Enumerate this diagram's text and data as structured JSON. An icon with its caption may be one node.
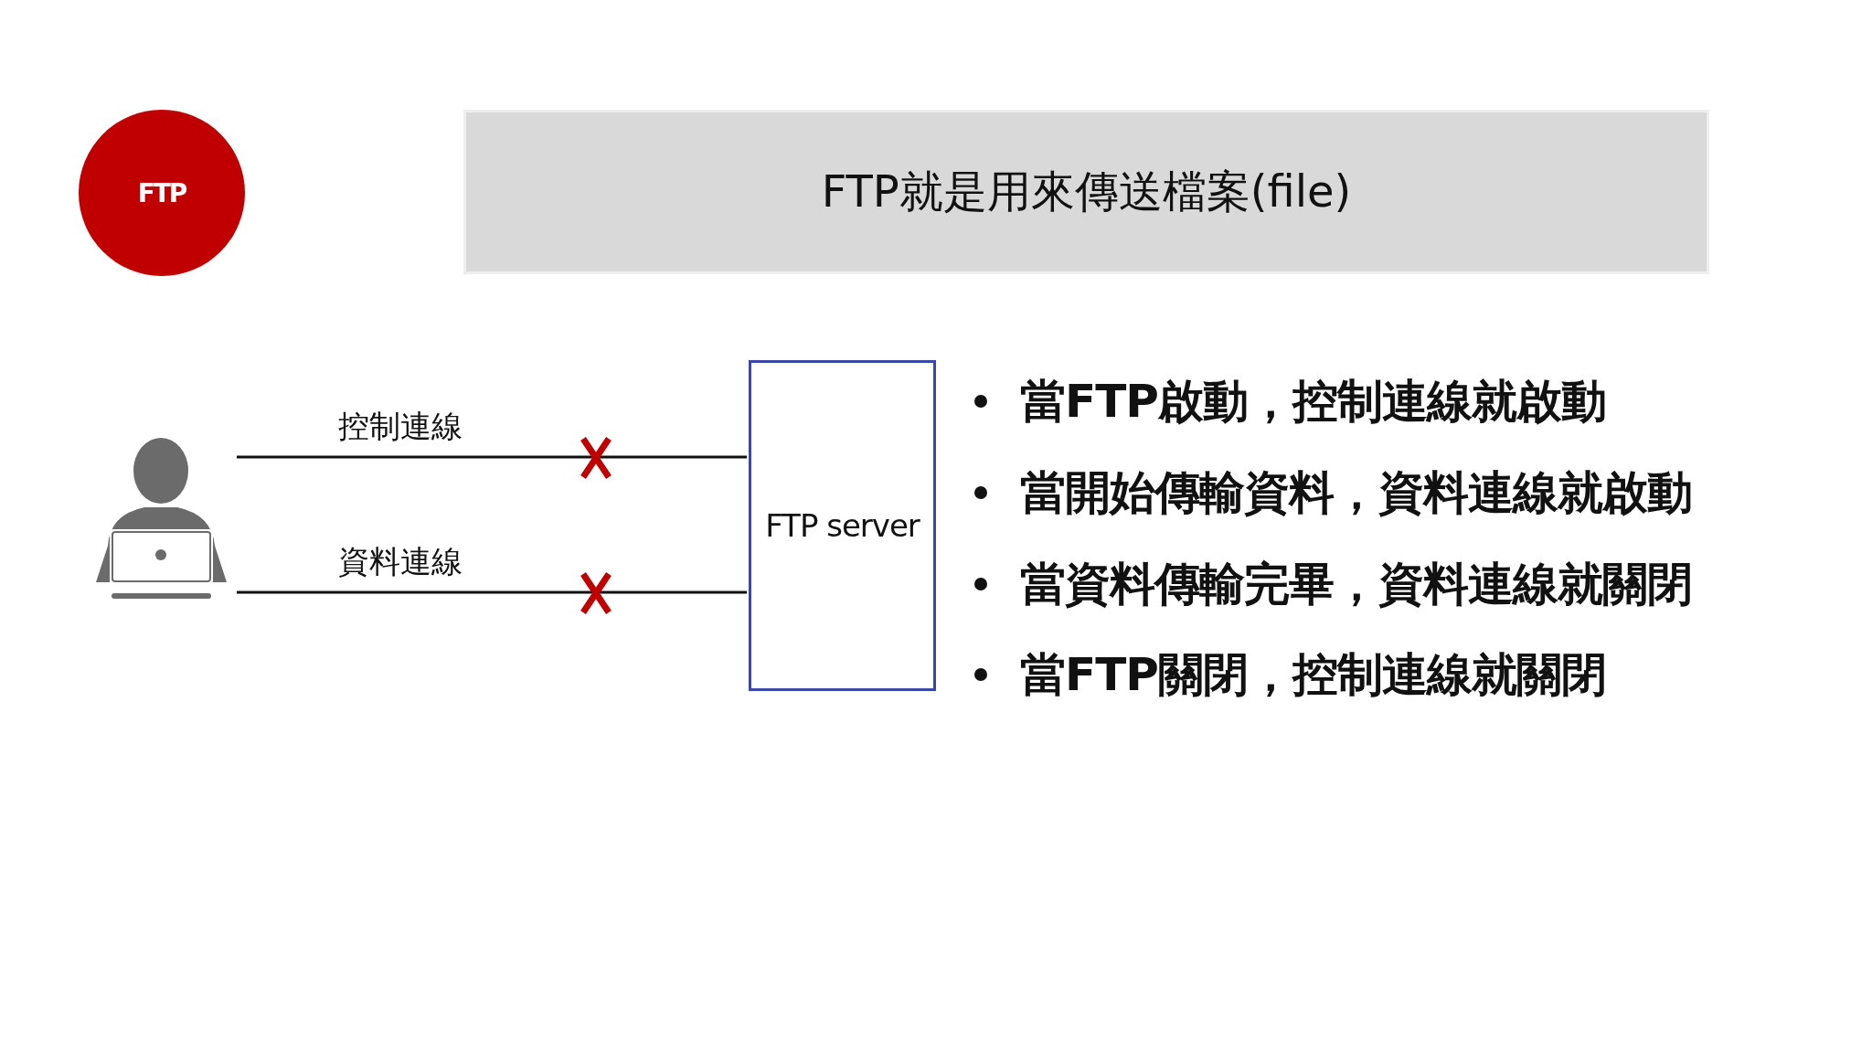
{
  "diagram": {
    "nodes": [
      {
        "text": [
          "FTP"
        ]
      },
      {
        "text": [
          "FTP就是用來傳送檔案(file)"
        ]
      },
      {
        "text": [],
        "shape": "person"
      },
      {
        "text": [
          "FTP server"
        ]
      }
    ],
    "edges": [
      {
        "from": 2,
        "to": 3,
        "arrow": "none",
        "label": "控制連線"
      },
      {
        "from": 2,
        "to": 3,
        "arrow": "none",
        "label": "資料連線"
      }
    ],
    "labels": [
      "當**FTP**啟動，控制連線就啟動",
      "當開始傳輸資料，資料連線就啟動",
      "當資料傳輸完畢，資料連線就關閉",
      "當**FTP**關閉，控制連線就關閉"
    ]
  }
}
